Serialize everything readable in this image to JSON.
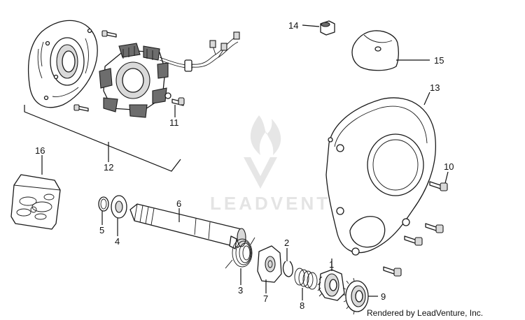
{
  "watermark": {
    "text": "LEADVENTURE"
  },
  "credit": {
    "text": "Rendered by LeadVenture, Inc."
  },
  "callouts": {
    "c1": "1",
    "c2": "2",
    "c3": "3",
    "c4": "4",
    "c5": "5",
    "c6": "6",
    "c7": "7",
    "c8": "8",
    "c9": "9",
    "c10": "10",
    "c11": "11",
    "c12": "12",
    "c13": "13",
    "c14": "14",
    "c15": "15",
    "c16": "16"
  },
  "colors": {
    "line": "#1a1a1a",
    "watermark": "#e4e4e4",
    "background": "#ffffff"
  }
}
